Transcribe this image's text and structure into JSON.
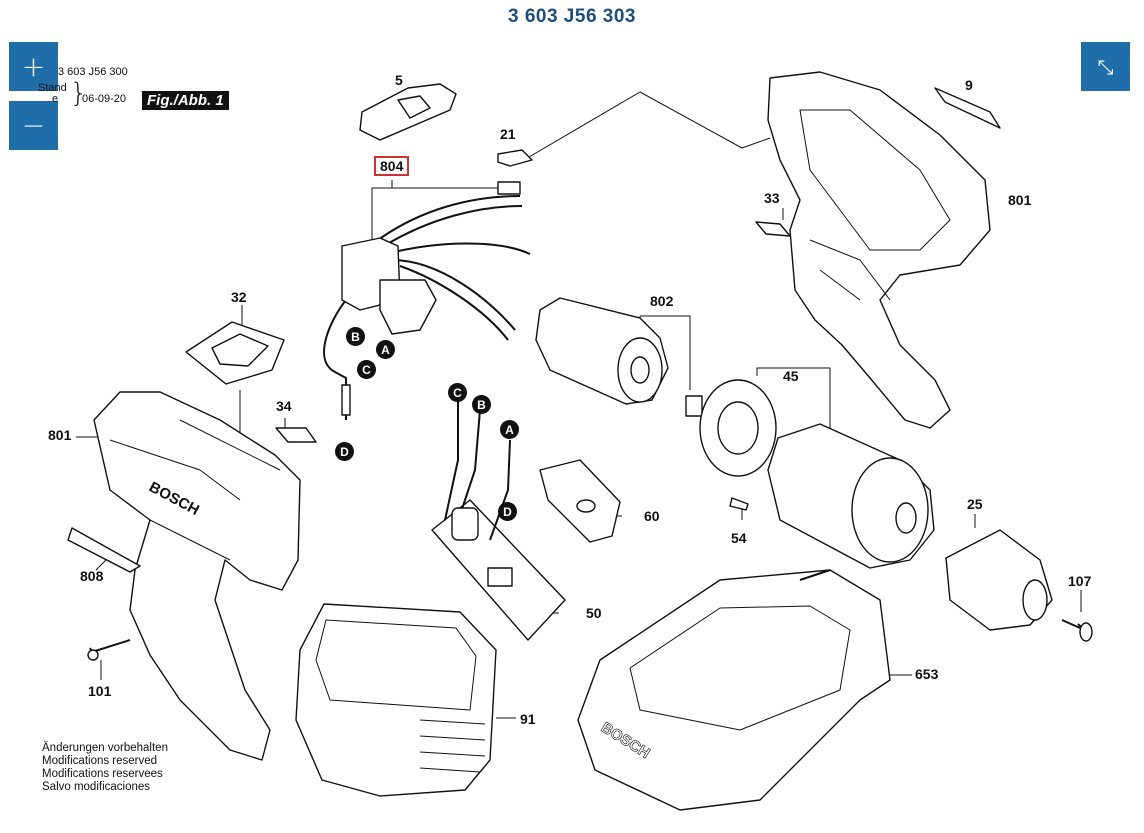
{
  "title": "3 603 J56 303",
  "controls": {
    "zoom_in": "+",
    "zoom_out": "−",
    "fit": "⤡"
  },
  "header": {
    "part_number": "3 603 J56 300",
    "stand_label": "Stand",
    "e_label": "e",
    "date": "06-09-20",
    "figure": "Fig./Abb. 1"
  },
  "parts": {
    "p5": "5",
    "p21": "21",
    "p804": "804",
    "p9": "9",
    "p801_top": "801",
    "p33": "33",
    "p32": "32",
    "p802": "802",
    "p34": "34",
    "p801_left": "801",
    "p45": "45",
    "p60": "60",
    "p54": "54",
    "p25": "25",
    "p808": "808",
    "p50": "50",
    "p107": "107",
    "p653": "653",
    "p101": "101",
    "p91": "91"
  },
  "connectors": [
    "B",
    "A",
    "C",
    "D",
    "C",
    "B",
    "A",
    "D"
  ],
  "notes": [
    "Änderungen vorbehalten",
    "Modifications reserved",
    "Modifications reservees",
    "Salvo modificaciones"
  ]
}
